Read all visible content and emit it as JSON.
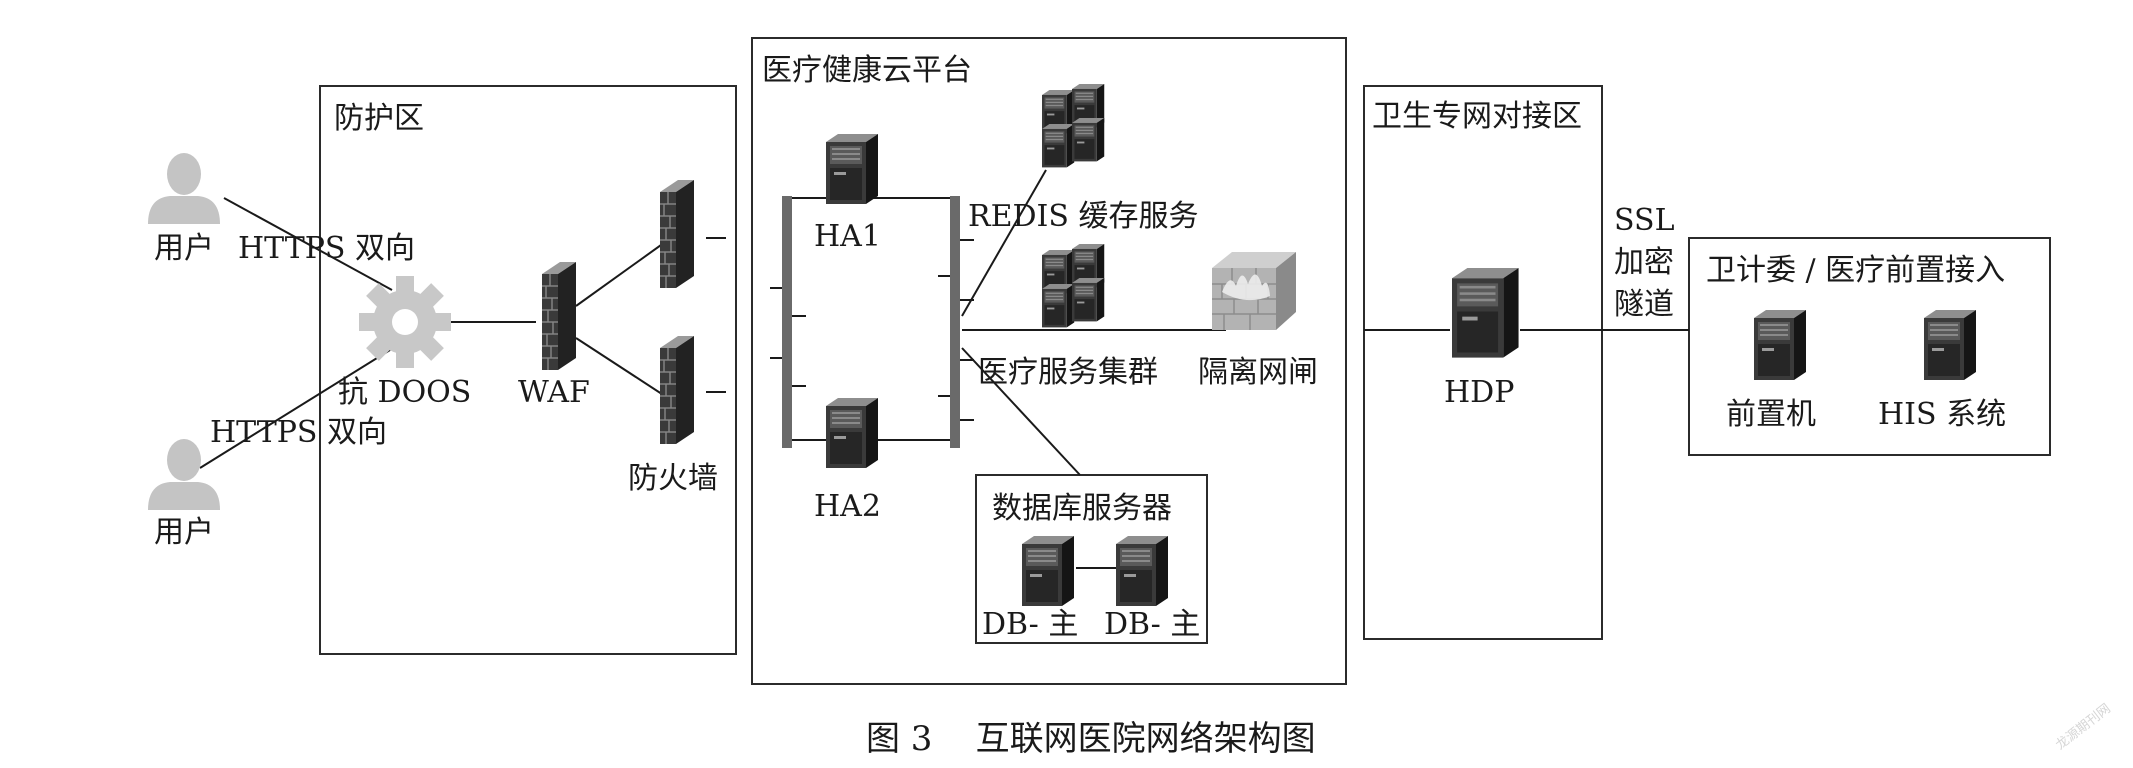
{
  "zones": {
    "protection": "防护区",
    "cloud": "医疗健康云平台",
    "health_net": "卫生专网对接区",
    "front": "卫计委 / 医疗前置接入",
    "database": "数据库服务器"
  },
  "nodes": {
    "user_top": "用户",
    "user_bottom": "用户",
    "https_top": "HTTPS 双向",
    "https_bottom": "HTTPS 双向",
    "anti_ddos": "抗 DOOS",
    "waf": "WAF",
    "firewall": "防火墙",
    "ha1": "HA1",
    "ha2": "HA2",
    "redis": "REDIS 缓存服务",
    "medical_cluster": "医疗服务集群",
    "isolation_gate": "隔离网闸",
    "db_a": "DB- 主",
    "db_b": "DB- 主",
    "hdp": "HDP",
    "ssl_1": "SSL",
    "ssl_2": "加密",
    "ssl_3": "隧道",
    "front_machine": "前置机",
    "his_system": "HIS 系统"
  },
  "caption": "图 3    互联网医院网络架构图",
  "watermark": "龙源期刊网",
  "icons": {
    "user": "user-icon",
    "gear": "gear-icon",
    "wall": "firewall-icon",
    "server": "server-icon",
    "server_cluster": "server-cluster-icon",
    "fire_wall": "isolation-gate-icon"
  },
  "colors": {
    "line": "#1a1a1a",
    "server": "#2e2e2e",
    "user": "#c4c4c4",
    "gear": "#c8c8c8"
  }
}
